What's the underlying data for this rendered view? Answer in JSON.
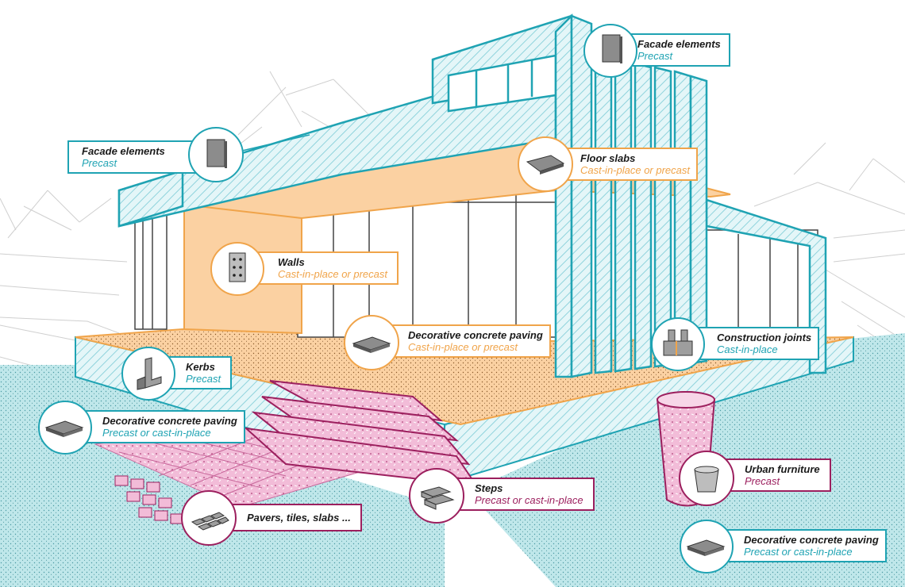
{
  "colors": {
    "teal": "#1fa3b3",
    "teal_fill": "#cfeef1",
    "orange": "#f0a44a",
    "orange_fill": "#fbd1a2",
    "magenta": "#9c1f5e",
    "magenta_fill": "#f2bcd8",
    "sketch": "#c8c8c8"
  },
  "labels": {
    "facade_top": {
      "title": "Facade elements",
      "sub": "Precast",
      "icon": "facade-panel-icon"
    },
    "facade_left": {
      "title": "Facade elements",
      "sub": "Precast",
      "icon": "facade-panel-icon"
    },
    "floor_slabs": {
      "title": "Floor slabs",
      "sub": "Cast-in-place or precast",
      "icon": "floor-slab-icon"
    },
    "walls": {
      "title": "Walls",
      "sub": "Cast-in-place or precast",
      "icon": "wall-panel-icon"
    },
    "paving_center": {
      "title": "Decorative concrete paving",
      "sub": "Cast-in-place or precast",
      "icon": "paving-slab-icon"
    },
    "joints": {
      "title": "Construction joints",
      "sub": "Cast-in-place",
      "icon": "construction-joint-icon"
    },
    "kerbs": {
      "title": "Kerbs",
      "sub": "Precast",
      "icon": "kerb-icon"
    },
    "paving_left": {
      "title": "Decorative concrete paving",
      "sub": "Precast or cast-in-place",
      "icon": "paving-slab-icon"
    },
    "pavers": {
      "title": "Pavers, tiles, slabs ...",
      "icon": "pavers-grid-icon"
    },
    "steps": {
      "title": "Steps",
      "sub": "Precast or cast-in-place",
      "icon": "steps-icon"
    },
    "furniture": {
      "title": "Urban furniture",
      "sub": "Precast",
      "icon": "planter-icon"
    },
    "paving_right": {
      "title": "Decorative concrete paving",
      "sub": "Precast or cast-in-place",
      "icon": "paving-slab-icon"
    }
  }
}
